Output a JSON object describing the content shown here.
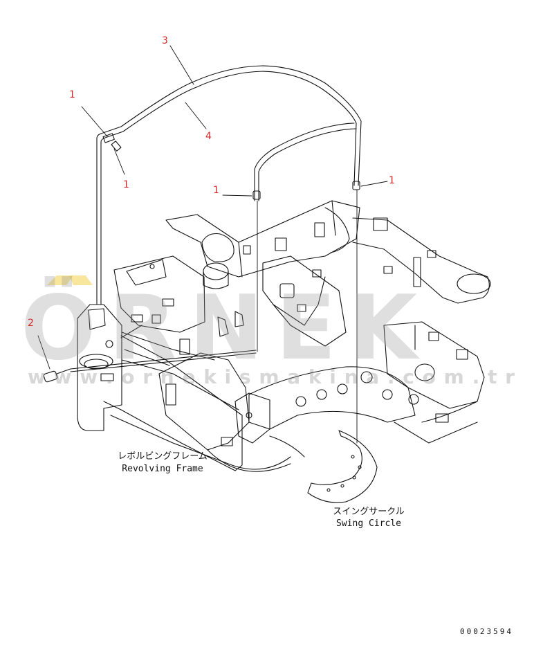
{
  "callouts": {
    "c3": "3",
    "c4": "4",
    "c1a": "1",
    "c1b": "1",
    "c1c": "1",
    "c1d": "1",
    "c2": "2"
  },
  "labels": {
    "frame_jp": "レボルビングフレーム",
    "frame_en": "Revolving Frame",
    "swing_jp": "スイングサークル",
    "swing_en": "Swing Circle"
  },
  "watermark": {
    "brand": "ÖRNEK",
    "url": "w w w . o r n e k i s m a k i n a . c o m . t r"
  },
  "drawing_number": "00023594",
  "colors": {
    "callout": "#d12a2a",
    "line": "#111111",
    "watermark": "#969696",
    "accent": "#f2d55a"
  }
}
